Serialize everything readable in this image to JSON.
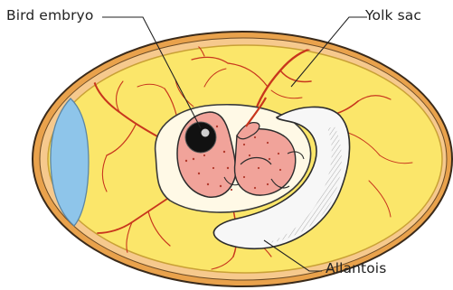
{
  "labels": {
    "embryo": "Bird embryo",
    "yolk_sac": "Yolk sac",
    "allantois": "Allantois"
  },
  "colors": {
    "shell_outer": "#e9a24c",
    "shell_inner": "#f6c98d",
    "yolk": "#fbe66a",
    "yolk_shade": "#f3cf4a",
    "air_cell": "#8ec5ea",
    "vessel": "#c8361d",
    "embryo_body": "#f1a39a",
    "embryo_dots": "#b23a2c",
    "allantois": "#f7f7f7",
    "outline": "#2c2c2c"
  }
}
